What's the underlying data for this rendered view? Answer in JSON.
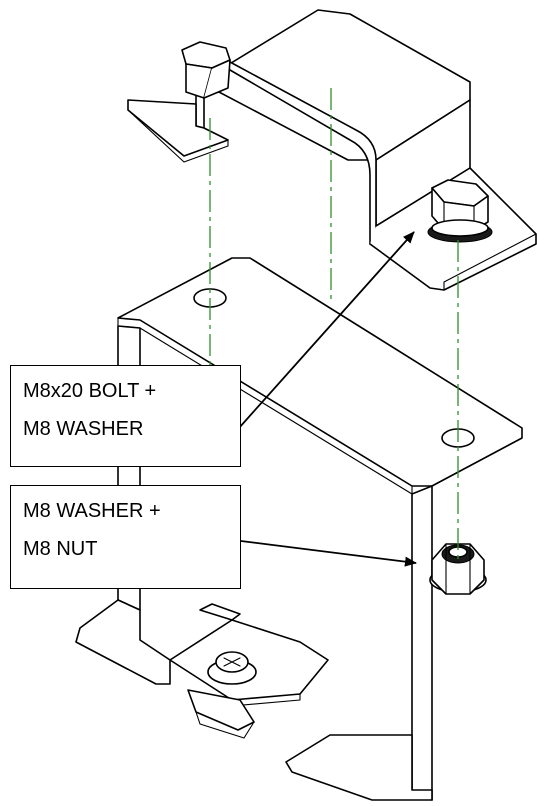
{
  "callouts": [
    {
      "lines": [
        "M8x20 BOLT +",
        "M8 WASHER"
      ]
    },
    {
      "lines": [
        "M8 WASHER +",
        "M8 NUT"
      ]
    }
  ],
  "colors": {
    "centerline": "#2f8f2f",
    "outline": "#000000",
    "background": "#ffffff"
  }
}
